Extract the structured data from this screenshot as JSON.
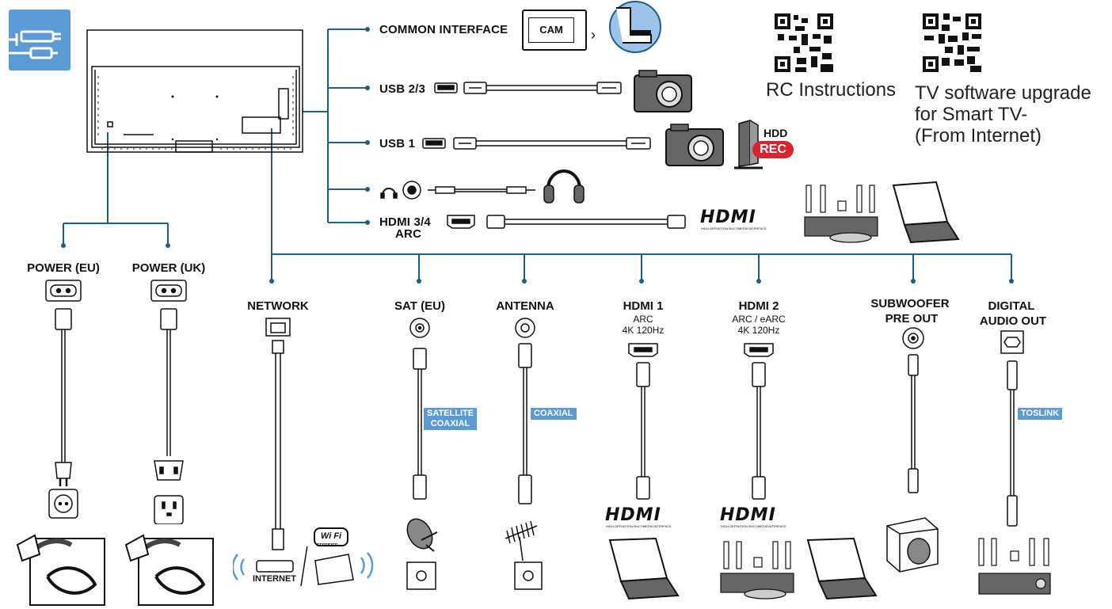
{
  "colors": {
    "line": "#1f5f87",
    "tag": "#5b9bd5",
    "icon_bg": "#5b9bd5",
    "rec": "#d9232f"
  },
  "top_connections": {
    "common_interface": "COMMON INTERFACE",
    "cam": "CAM",
    "usb23": "USB 2/3",
    "usb1": "USB 1",
    "hdd": "HDD",
    "rec": "REC",
    "hdmi34_line1": "HDMI 3/4",
    "hdmi34_line2": "ARC"
  },
  "qr": {
    "rc_instructions": "RC Instructions",
    "upgrade_line1": "TV software upgrade",
    "upgrade_line2": "for Smart TV-",
    "upgrade_line3": "(From Internet)"
  },
  "power": {
    "eu": "POWER (EU)",
    "uk": "POWER (UK)"
  },
  "bottom_connections": {
    "network": "NETWORK",
    "internet": "INTERNET",
    "wifi": "Wi Fi",
    "wifi_certified": "CERTIFIED",
    "sat": "SAT (EU)",
    "sat_tag_line1": "SATELLITE",
    "sat_tag_line2": "COAXIAL",
    "antenna": "ANTENNA",
    "antenna_tag": "COAXIAL",
    "hdmi1": "HDMI 1",
    "hdmi1_sub1": "ARC",
    "hdmi1_sub2": "4K 120Hz",
    "hdmi2": "HDMI 2",
    "hdmi2_sub1": "ARC / eARC",
    "hdmi2_sub2": "4K 120Hz",
    "subwoofer_line1": "SUBWOOFER",
    "subwoofer_line2": "PRE OUT",
    "digital_line1": "DIGITAL",
    "digital_line2": "AUDIO OUT",
    "digital_tag": "TOSLINK"
  },
  "hdmi_logo": {
    "text": "HDMI",
    "sub": "HIGH-DEFINITION MULTIMEDIA INTERFACE"
  },
  "icons": [
    "cable-category-icon",
    "tv-back-icon",
    "cam-card-icon",
    "camera-icon",
    "hdd-icon",
    "headphones-icon",
    "home-theater-icon",
    "laptop-icon",
    "qr-code-icon",
    "power-socket-icon",
    "wifi-icon",
    "satellite-dish-icon",
    "antenna-icon",
    "subwoofer-icon"
  ]
}
